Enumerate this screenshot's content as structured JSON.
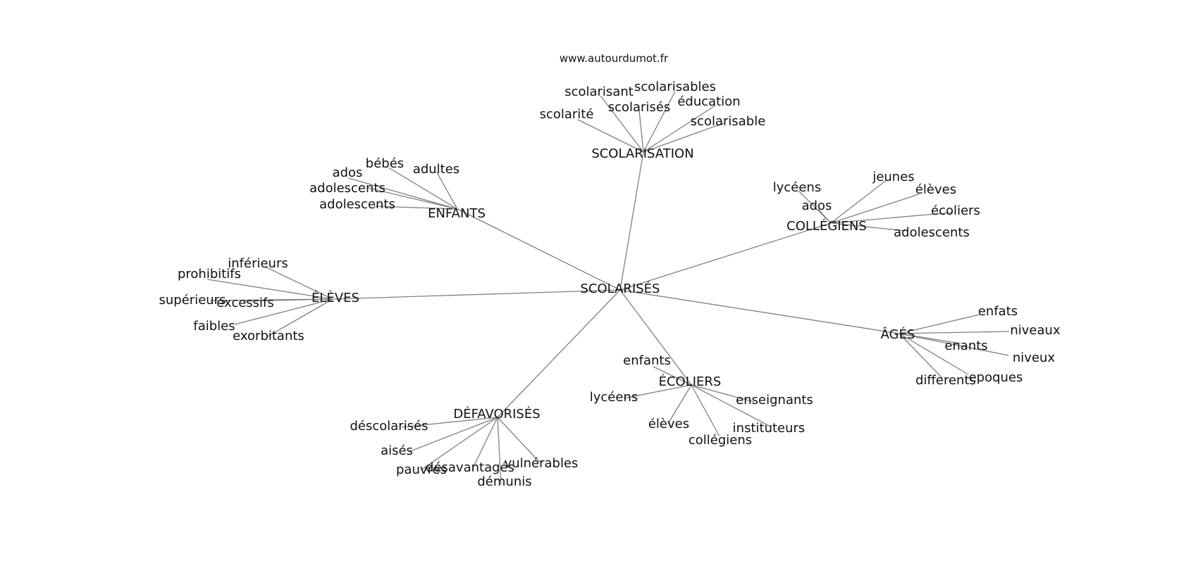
{
  "site": "www.autourdumot.fr",
  "center": "SCOLARISÉS",
  "hubs": [
    {
      "id": "scolarisation",
      "label": "SCOLARISATION",
      "words": [
        "scolarisant",
        "scolarisables",
        "scolarisés",
        "éducation",
        "scolarité",
        "scolarisable"
      ]
    },
    {
      "id": "enfants",
      "label": "ENFANTS",
      "words": [
        "bébés",
        "adultes",
        "ados",
        "adolescents",
        "adolescents"
      ]
    },
    {
      "id": "collegiens",
      "label": "COLLÉGIENS",
      "words": [
        "lycéens",
        "jeunes",
        "élèves",
        "ados",
        "écoliers",
        "adolescents"
      ]
    },
    {
      "id": "eleves",
      "label": "ÉLÈVES",
      "words": [
        "inférieurs",
        "prohibitifs",
        "supérieurs",
        "excessifs",
        "faibles",
        "exorbitants"
      ]
    },
    {
      "id": "ages",
      "label": "ÂGÉS",
      "words": [
        "enfats",
        "niveaux",
        "enants",
        "niveux",
        "differents",
        "epoques"
      ]
    },
    {
      "id": "ecoliers",
      "label": "ÉCOLIERS",
      "words": [
        "enfants",
        "lycéens",
        "enseignants",
        "élèves",
        "instituteurs",
        "collégiens"
      ]
    },
    {
      "id": "defavorises",
      "label": "DÉFAVORISÉS",
      "words": [
        "déscolarisés",
        "aisés",
        "pauvres",
        "désavantagés",
        "vulnérables",
        "démunis"
      ]
    }
  ]
}
